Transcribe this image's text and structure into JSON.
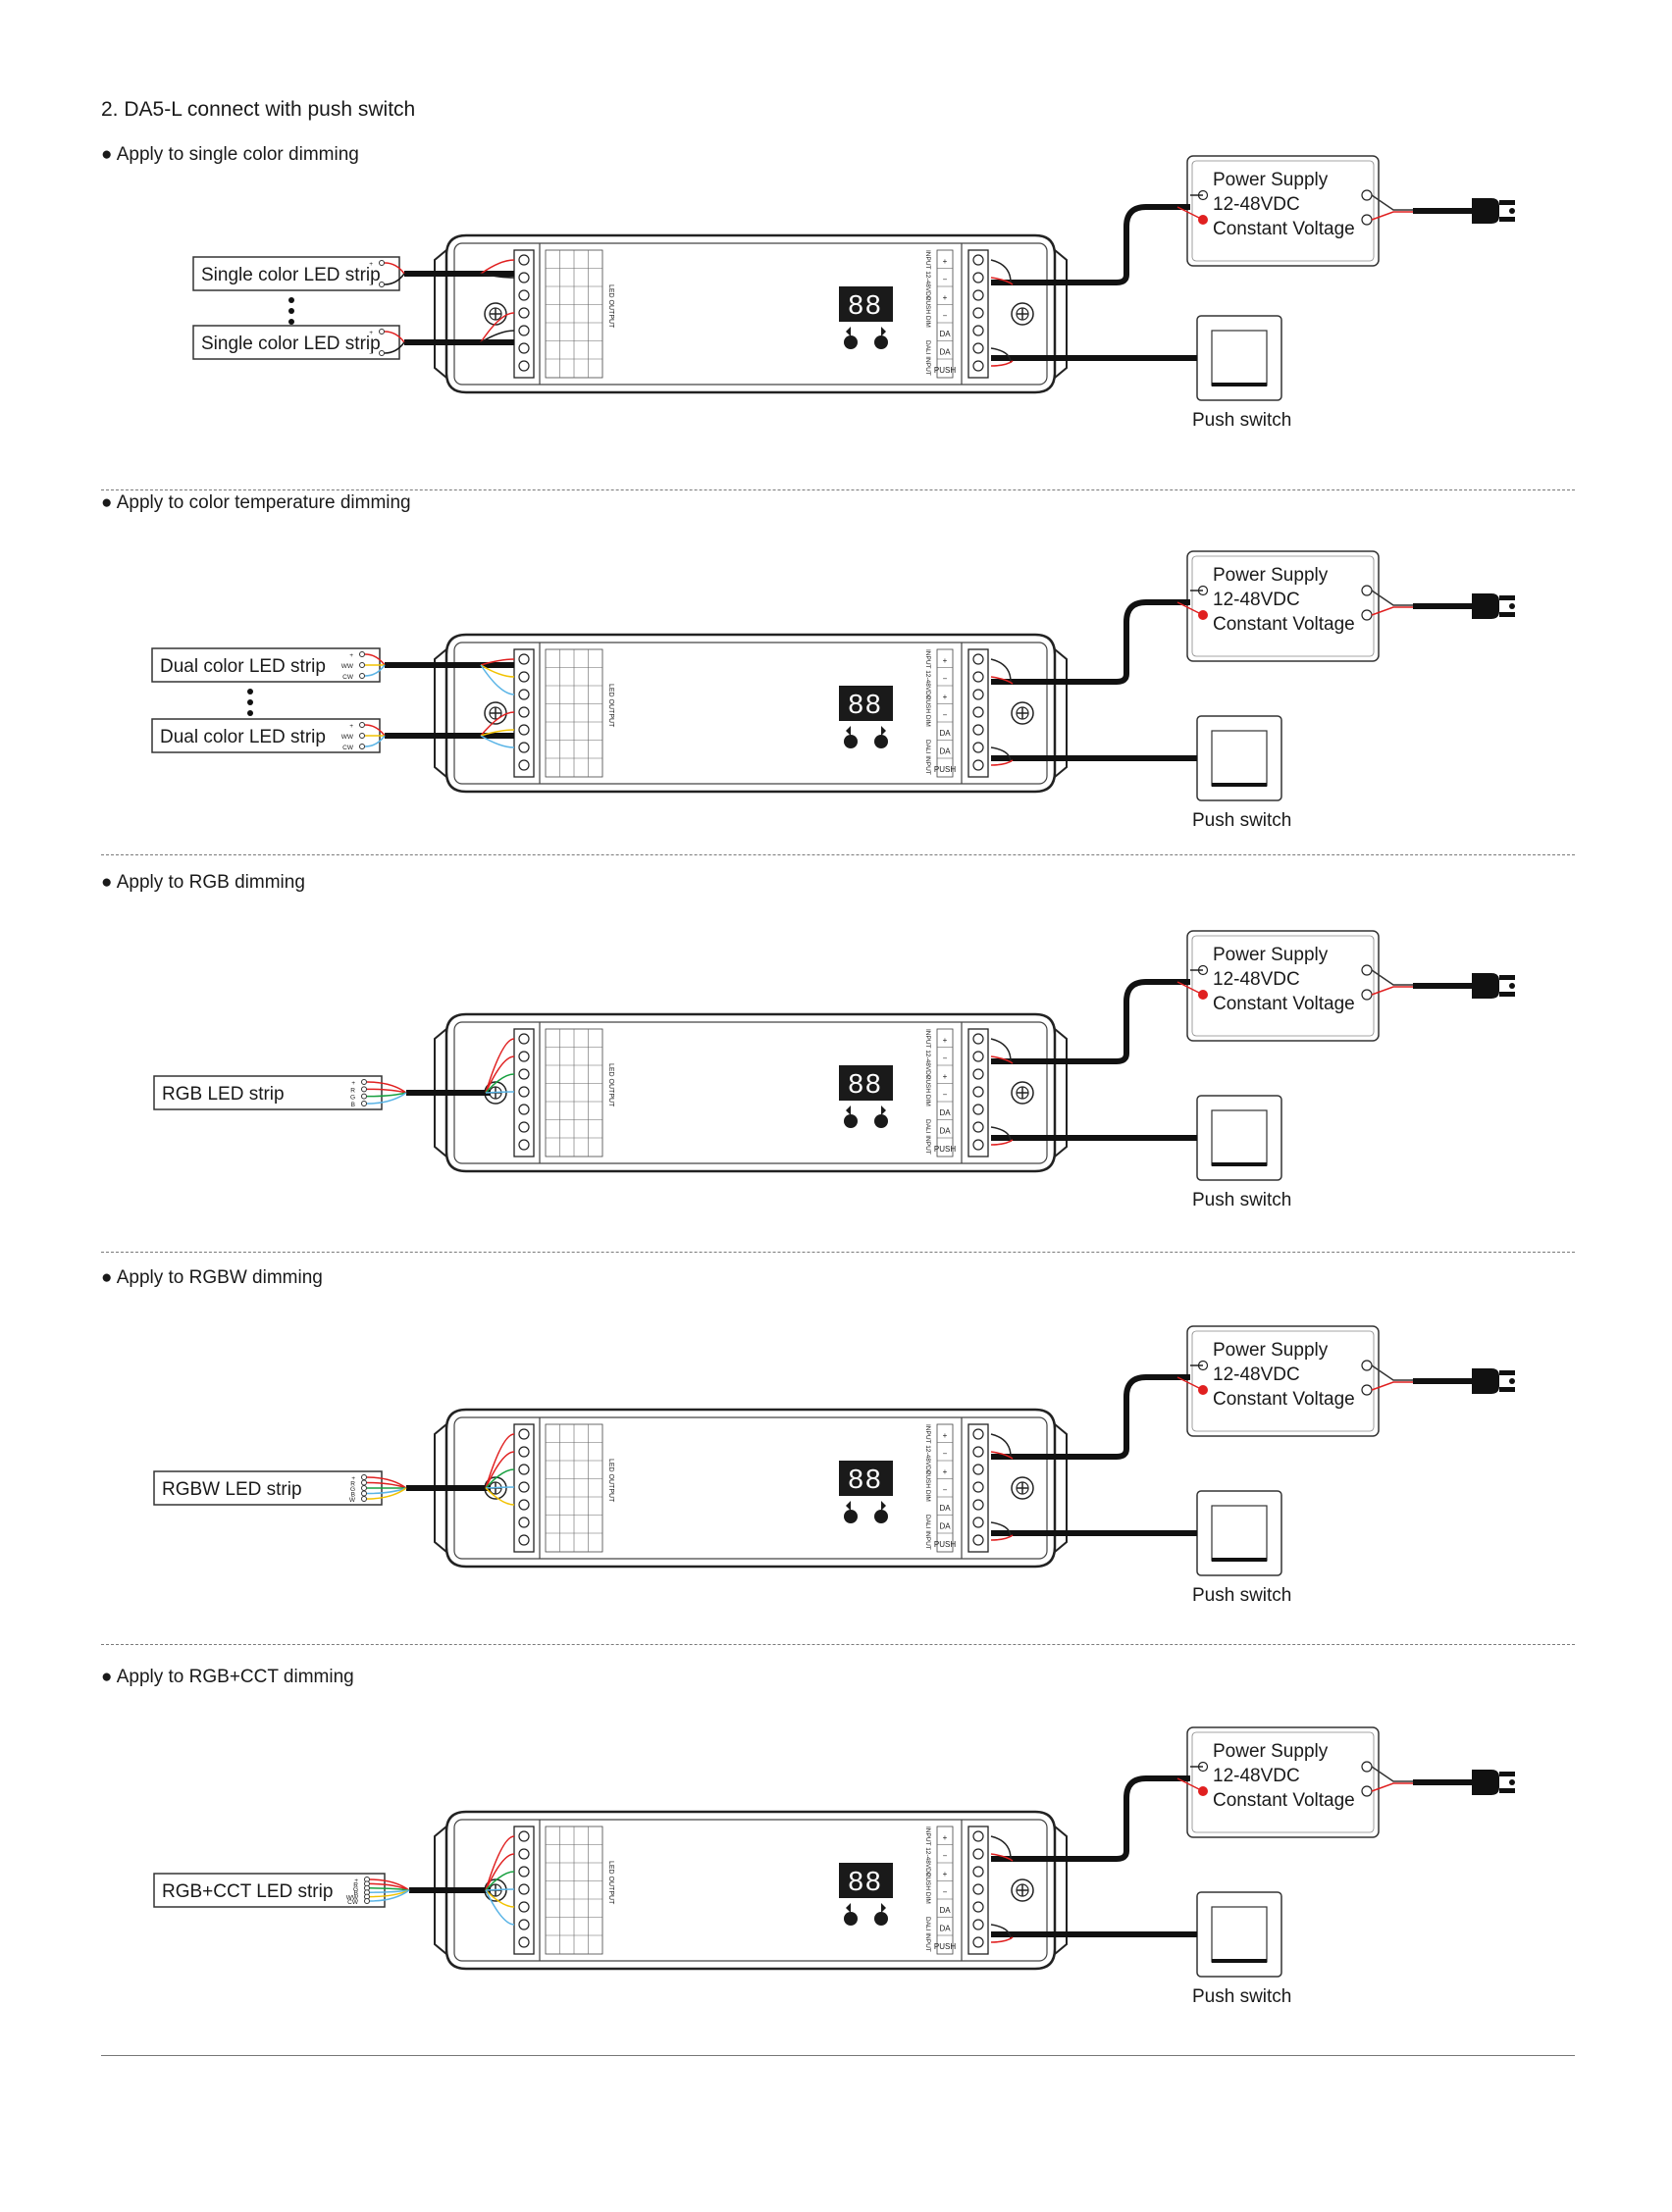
{
  "title": "2. DA5-L connect with push switch",
  "colors": {
    "red": "#e02020",
    "yellow": "#f2c200",
    "blue": "#5ab4e6",
    "green": "#18a040",
    "purple": "#8e5cc0",
    "white_wire": "#d9d9d9",
    "cable": "#1a1a1a"
  },
  "power_supply": {
    "line1": "Power Supply",
    "line2": "12-48VDC",
    "line3": "Constant Voltage"
  },
  "push_switch_label": "Push switch",
  "driver": {
    "output_label": "LED OUTPUT",
    "input_label": "INPUT 12-48VDC",
    "push_dim_label": "PUSH DIM",
    "dali_label": "DALI INPUT",
    "terminal_plus": "+",
    "terminal_minus": "−",
    "dali_terms": [
      "DA",
      "DA",
      "PUSH"
    ]
  },
  "sections": [
    {
      "label": "Apply to single color dimming",
      "strips": [
        "Single color LED strip",
        "Single color LED strip"
      ],
      "pins": [
        "+",
        "−"
      ],
      "wires": [
        "red",
        "cable"
      ],
      "multi": true
    },
    {
      "label": "Apply to color temperature dimming",
      "strips": [
        "Dual color LED strip",
        "Dual color LED strip"
      ],
      "pins": [
        "+",
        "WW",
        "CW"
      ],
      "wires": [
        "red",
        "yellow",
        "blue"
      ],
      "multi": true
    },
    {
      "label": "Apply to RGB dimming",
      "strips": [
        "RGB LED strip"
      ],
      "pins": [
        "+",
        "R",
        "G",
        "B"
      ],
      "wires": [
        "red",
        "red",
        "green",
        "blue"
      ],
      "multi": false
    },
    {
      "label": "Apply to RGBW dimming",
      "strips": [
        "RGBW LED strip"
      ],
      "pins": [
        "+",
        "R",
        "G",
        "B",
        "W"
      ],
      "wires": [
        "red",
        "red",
        "green",
        "blue",
        "yellow"
      ],
      "multi": false
    },
    {
      "label": "Apply to RGB+CCT dimming",
      "strips": [
        "RGB+CCT LED strip"
      ],
      "pins": [
        "+",
        "R",
        "G",
        "B",
        "WW",
        "CW"
      ],
      "wires": [
        "red",
        "red",
        "green",
        "blue",
        "yellow",
        "blue"
      ],
      "multi": false
    }
  ]
}
